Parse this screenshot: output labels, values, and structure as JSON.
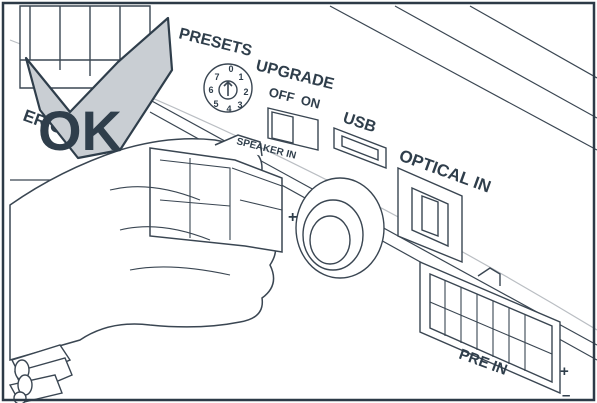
{
  "labels": {
    "presets": "PRESETS",
    "upgrade": "UPGRADE",
    "off": "OFF",
    "on": "ON",
    "usb": "USB",
    "optical_in": "OPTICAL IN",
    "speaker_in": "SPEAKER IN",
    "pre_in": "PRE IN",
    "speaker_out_partial": "ER OUT",
    "plus_speaker": "+",
    "plus_pre": "+",
    "minus_pre": "–"
  },
  "dial_digits": [
    "0",
    "1",
    "2",
    "3",
    "4",
    "5",
    "6",
    "7"
  ],
  "badge": {
    "text": "OK",
    "icon": "check-icon"
  },
  "colors": {
    "line": "#3a4652",
    "badge": "#2f3e4b",
    "check_fill": "#c9ced3",
    "panel": "#ffffff",
    "frame": "#2c3a47"
  }
}
